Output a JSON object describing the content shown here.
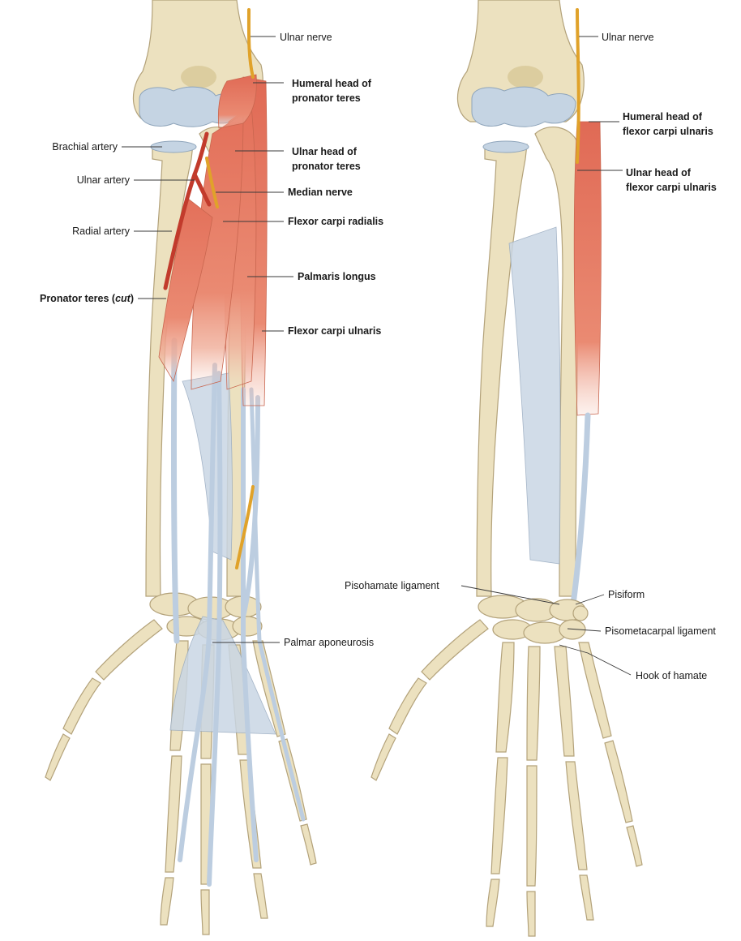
{
  "panel_a": {
    "labels": {
      "ulnar_nerve": "Ulnar nerve",
      "humeral_head_pt_1": "Humeral head of",
      "humeral_head_pt_2": "pronator teres",
      "brachial_artery": "Brachial artery",
      "ulnar_head_pt_1": "Ulnar head of",
      "ulnar_head_pt_2": "pronator teres",
      "ulnar_artery": "Ulnar artery",
      "median_nerve": "Median nerve",
      "radial_artery": "Radial artery",
      "flexor_carpi_radialis": "Flexor carpi radialis",
      "palmaris_longus": "Palmaris longus",
      "pronator_teres_cut_a": "Pronator teres (",
      "pronator_teres_cut_b": "cut",
      "pronator_teres_cut_c": ")",
      "flexor_carpi_ulnaris": "Flexor carpi ulnaris",
      "palmar_aponeurosis": "Palmar aponeurosis"
    }
  },
  "panel_b": {
    "labels": {
      "ulnar_nerve": "Ulnar nerve",
      "humeral_head_fcu_1": "Humeral head of",
      "humeral_head_fcu_2": "flexor carpi ulnaris",
      "ulnar_head_fcu_1": "Ulnar head of",
      "ulnar_head_fcu_2": "flexor carpi ulnaris",
      "pisohamate_ligament": "Pisohamate ligament",
      "pisiform": "Pisiform",
      "pisometacarpal_ligament": "Pisometacarpal ligament",
      "hook_of_hamate": "Hook of hamate"
    }
  },
  "colors": {
    "bone": "#ece1bf",
    "muscle": "#e8836a",
    "tendon": "#bccde0",
    "nerve": "#e0a22a",
    "artery": "#c23b2c"
  }
}
